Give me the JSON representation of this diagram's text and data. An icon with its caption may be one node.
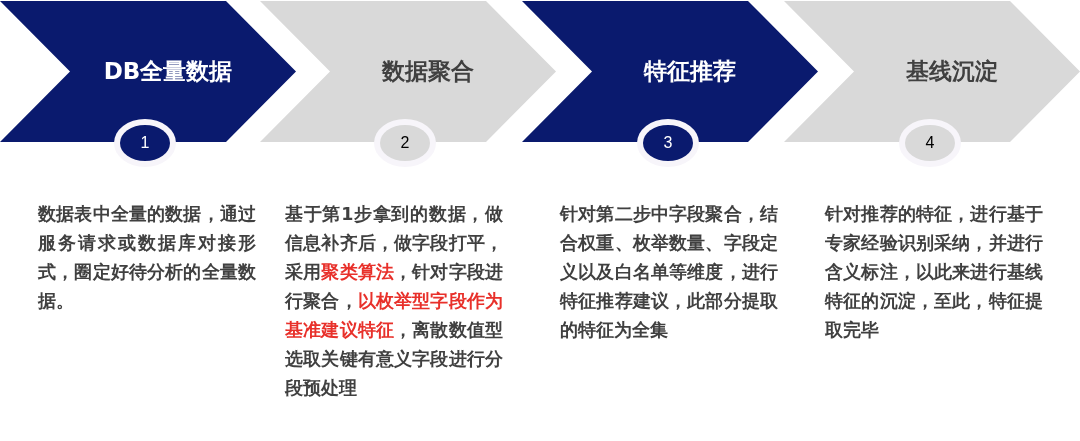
{
  "diagram": {
    "nodes": [
      {
        "text": [
          "DB全量数据"
        ],
        "beside": [
          "数据表中全量的数据，通过服务请求或数据库对接形式，圈定好待分析的全量数据。"
        ]
      },
      {
        "text": [
          "数据聚合"
        ],
        "beside": [
          "基于第1步拿到的数据，做信息补齐后，做字段打平，采用**聚类算法**，针对字段进行聚合，**以枚举型字段作为基准建议特征**，离散数值型选取关键有意义字段进行分段预处理"
        ]
      },
      {
        "text": [
          "特征推荐"
        ],
        "beside": [
          "针对第二步中字段聚合，结合权重、枚举数量、字段定义以及白名单等维度，进行特征推荐建议，此部分提取的特征为全集"
        ]
      },
      {
        "text": [
          "基线沉淀"
        ],
        "beside": [
          "针对推荐的特征，进行基于专家经验识别采纳，并进行含义标注，以此来进行基线特征的沉淀，至此，特征提取完毕"
        ]
      },
      {
        "text": [
          "1"
        ]
      },
      {
        "text": [
          "2"
        ]
      },
      {
        "text": [
          "3"
        ]
      },
      {
        "text": [
          "4"
        ]
      }
    ]
  }
}
